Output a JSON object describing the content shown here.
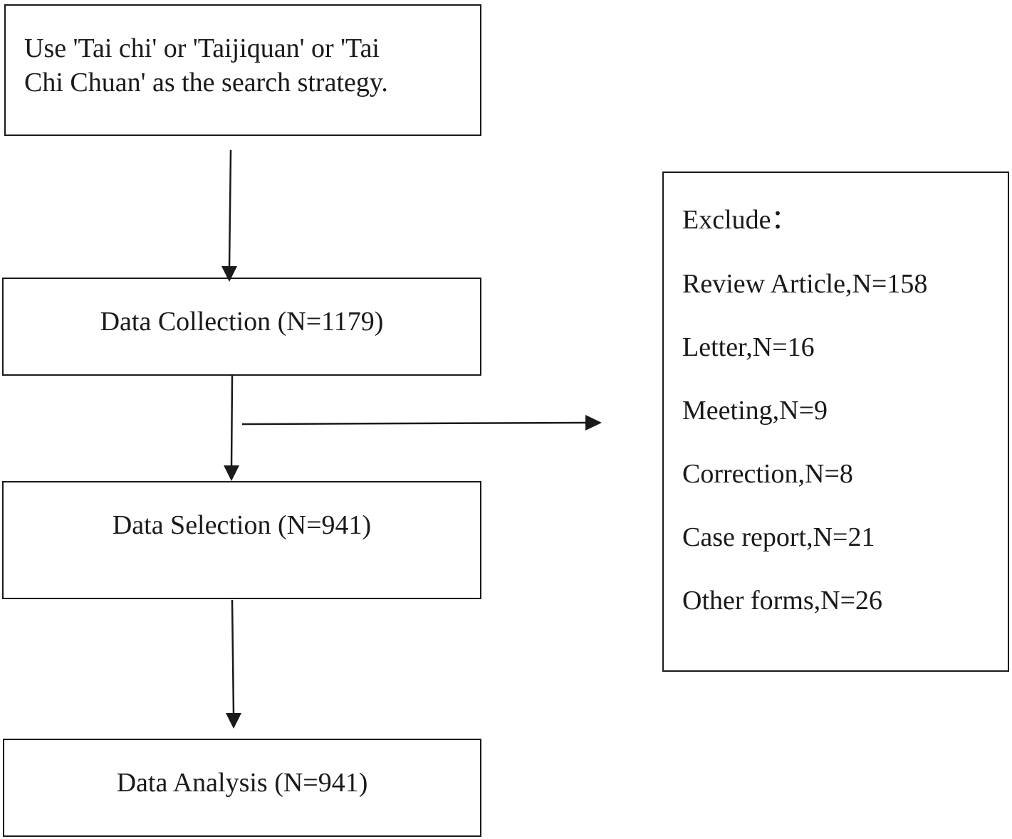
{
  "search": {
    "line1": "Use 'Tai chi' or 'Taijiquan' or 'Tai",
    "line2": "Chi Chuan' as the search strategy."
  },
  "collection": {
    "label": "Data Collection (N=1179)"
  },
  "selection": {
    "label": "Data Selection (N=941)"
  },
  "analysis": {
    "label": "Data Analysis (N=941)"
  },
  "exclude": {
    "heading": "Exclude：",
    "items": [
      "Review Article,N=158",
      "Letter,N=16",
      "Meeting,N=9",
      "Correction,N=8",
      "Case report,N=21",
      "Other forms,N=26"
    ]
  },
  "colors": {
    "stroke": "#1a1a1a",
    "background": "#ffffff"
  }
}
